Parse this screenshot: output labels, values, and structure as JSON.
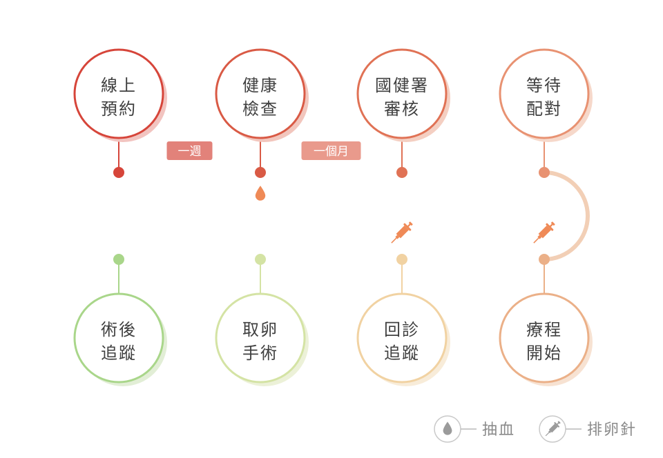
{
  "steps": [
    {
      "line1": "線上",
      "line2": "預約",
      "color": "#d6453a",
      "shadow": "#f2c4c0",
      "icon": null
    },
    {
      "line1": "健康",
      "line2": "檢查",
      "color": "#d95a45",
      "shadow": "#f2c6bd",
      "icon": "blood-drop"
    },
    {
      "line1": "國健署",
      "line2": "審核",
      "color": "#e07255",
      "shadow": "#f4cfc2",
      "icon": null
    },
    {
      "line1": "等待",
      "line2": "配對",
      "color": "#e89272",
      "shadow": "#f6d8ca",
      "icon": null
    },
    {
      "line1": "療程",
      "line2": "開始",
      "color": "#ebb088",
      "shadow": "#f7e2d2",
      "icon": "ovulation-injection"
    },
    {
      "line1": "回診",
      "line2": "追蹤",
      "color": "#f1d2a2",
      "shadow": "#f8ecd9",
      "icon": "ovulation-injection"
    },
    {
      "line1": "取卵",
      "line2": "手術",
      "color": "#d4e3a4",
      "shadow": "#ecf1d8",
      "icon": null
    },
    {
      "line1": "術後",
      "line2": "追蹤",
      "color": "#a9d68a",
      "shadow": "#e2eed6",
      "icon": null
    }
  ],
  "durations": [
    {
      "label": "一週",
      "between": [
        0,
        1
      ],
      "color": "#e2827a"
    },
    {
      "label": "一個月",
      "between": [
        1,
        2
      ],
      "color": "#e99a8c"
    }
  ],
  "icon_color": "#ef8a57",
  "legend": [
    {
      "icon": "blood-drop",
      "label": "抽血"
    },
    {
      "icon": "ovulation-injection",
      "label": "排卵針"
    }
  ],
  "legend_color": "#9b9b9b"
}
